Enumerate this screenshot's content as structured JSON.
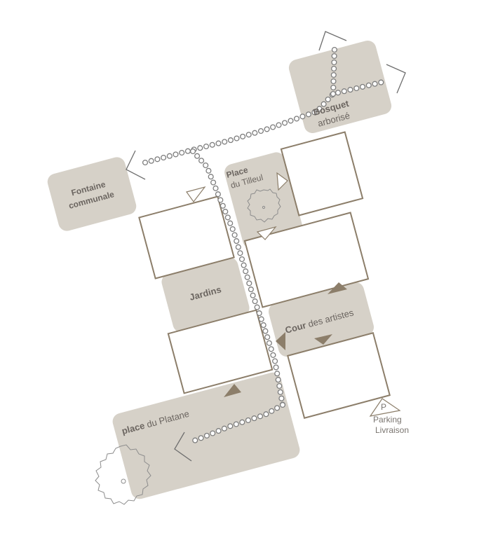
{
  "map": {
    "labels": {
      "bosquet_bold": "Bosquet",
      "bosquet_light": "arborisé",
      "fontaine_line1": "Fontaine",
      "fontaine_line2": "communale",
      "tilleul_bold": "Place",
      "tilleul_light": "du Tilleul",
      "jardins": "Jardins",
      "cour_bold": "Cour",
      "cour_light": " des artistes",
      "platane_bold": "place",
      "platane_light": " du Platane",
      "parking_symbol": "P",
      "parking_line1": "Parking",
      "parking_line2": "Livraison"
    },
    "icons": [
      "direction-chevron-icon",
      "solid-triangle-icon",
      "outline-triangle-icon",
      "tree-crown-icon",
      "parking-sign-icon"
    ]
  }
}
